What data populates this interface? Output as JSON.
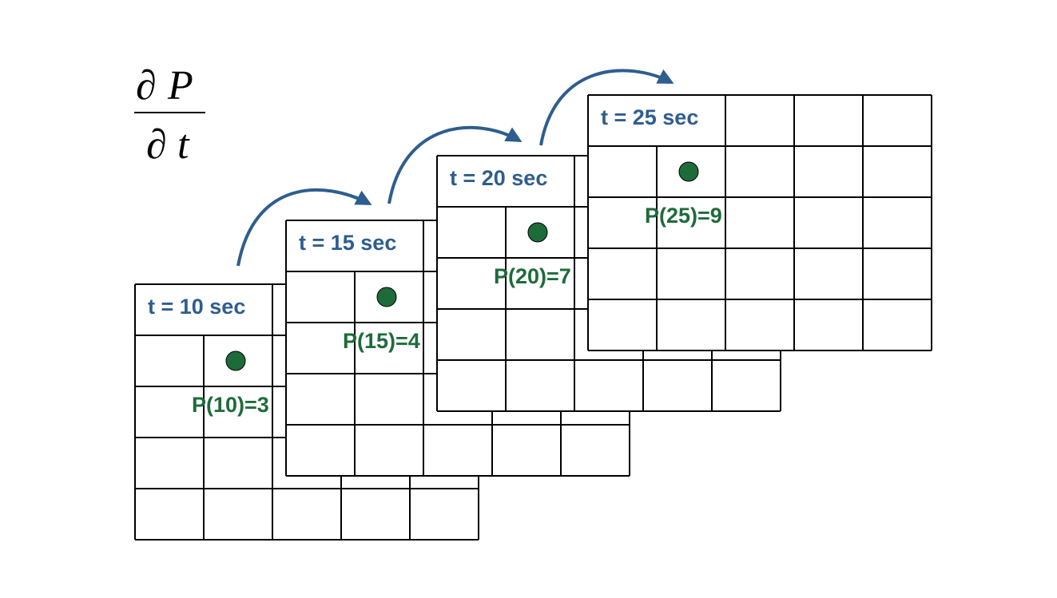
{
  "formula": {
    "numerator_symbol": "∂",
    "numerator_var": "P",
    "denominator_symbol": "∂",
    "denominator_var": "t"
  },
  "colors": {
    "time_label": "#2e5d8f",
    "value_label": "#1e6b3a",
    "dot": "#1e6b3a",
    "arrow": "#2e5d8f",
    "grid": "#000000"
  },
  "frames": [
    {
      "time_label": "t = 10 sec",
      "value_label": "P(10)=3"
    },
    {
      "time_label": "t = 15 sec",
      "value_label": "P(15)=4"
    },
    {
      "time_label": "t = 20 sec",
      "value_label": "P(20)=7"
    },
    {
      "time_label": "t = 25 sec",
      "value_label": "P(25)=9"
    }
  ]
}
